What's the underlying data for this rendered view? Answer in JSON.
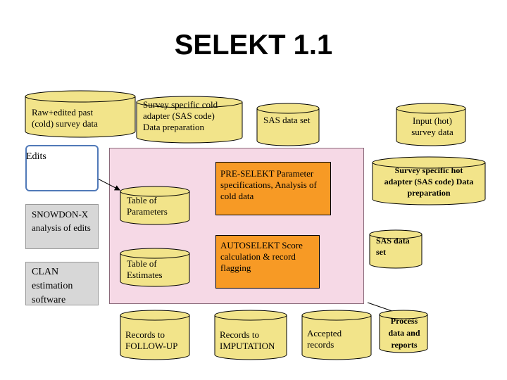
{
  "title": "SELEKT 1.1",
  "nodes": {
    "raw_survey": "Raw+edited past (cold) survey data",
    "cold_adapter": "Survey specific cold adapter (SAS code) Data preparation",
    "sas_data_1": "SAS data set",
    "input_hot": "Input (hot) survey data",
    "edits": "Edits",
    "snowdon": "SNOWDON-X analysis of edits",
    "clan": "CLAN estimation software",
    "table_params": "Table of Parameters",
    "pre_selekt": "PRE-SELEKT Parameter specifications, Analysis of cold data",
    "hot_adapter": "Survey specific hot adapter (SAS code) Data preparation",
    "table_estimates": "Table of Estimates",
    "autoselekt": "AUTOSELEKT Score calculation & record flagging",
    "sas_data_2": "SAS data set",
    "followup": "Records to FOLLOW-UP",
    "imputation": "Records to IMPUTATION",
    "accepted": "Accepted records",
    "process": "Process data and reports"
  },
  "colors": {
    "cylinder_fill": "#f2e48a",
    "cylinder_stroke": "#000000",
    "process_box": "#f79a25",
    "region": "#f6d9e6",
    "gray": "#d7d7d7",
    "callout_border": "#5079b8"
  }
}
